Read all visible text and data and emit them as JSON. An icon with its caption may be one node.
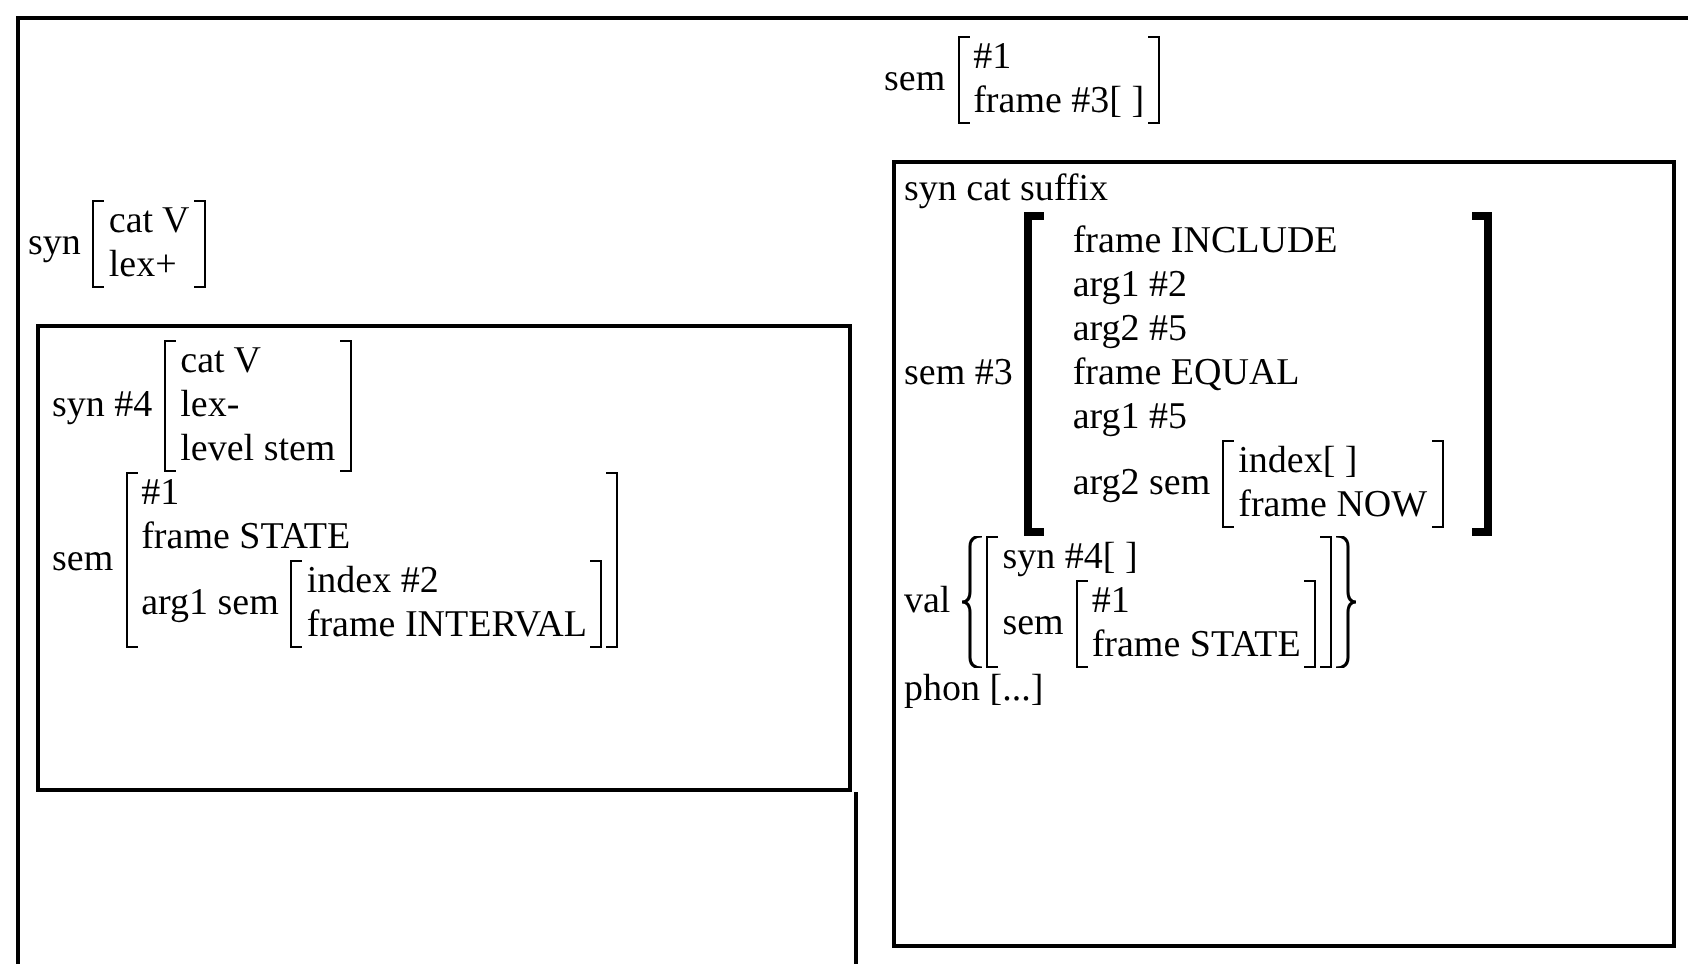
{
  "diagram": {
    "nodes": [
      {
        "text": [
          "syn #4",
          "cat V",
          "lex-",
          "level stem",
          "sem",
          "#1",
          "frame STATE",
          "arg1 sem",
          "index #2",
          "frame INTERVAL"
        ]
      },
      {
        "text": [
          "syn cat suffix",
          "sem #3",
          "frame INCLUDE",
          "arg1 #2",
          "arg2 #5",
          "frame EQUAL",
          "arg1 #5",
          "arg2 sem",
          "index[ ]",
          "frame NOW",
          "val",
          "syn #4[ ]",
          "sem",
          "#1",
          "frame STATE",
          "phon [...]"
        ]
      }
    ],
    "labels": [
      "syn",
      "cat V",
      "lex+",
      "sem",
      "#1",
      "frame #3[ ]"
    ]
  }
}
